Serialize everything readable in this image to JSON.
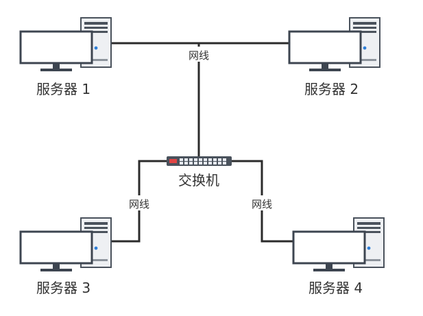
{
  "servers": [
    {
      "label": "服务器 1"
    },
    {
      "label": "服务器 2"
    },
    {
      "label": "服务器 3"
    },
    {
      "label": "服务器 4"
    }
  ],
  "switch": {
    "label": "交换机"
  },
  "cables": {
    "top_label": "网线",
    "left_label": "网线",
    "right_label": "网线"
  },
  "colors": {
    "cable": "#2b2b2b",
    "monitor_frame": "#3d4550",
    "monitor_screen": "#ffffff",
    "tower_body": "#eef0f3",
    "tower_dark": "#4a525c",
    "power_led": "#2f7fd8",
    "switch_body": "#4a525c",
    "switch_port": "#e8ecf2",
    "switch_led": "#e04545"
  },
  "icons": {
    "server": "desktop-computer-icon",
    "switch": "network-switch-icon"
  }
}
